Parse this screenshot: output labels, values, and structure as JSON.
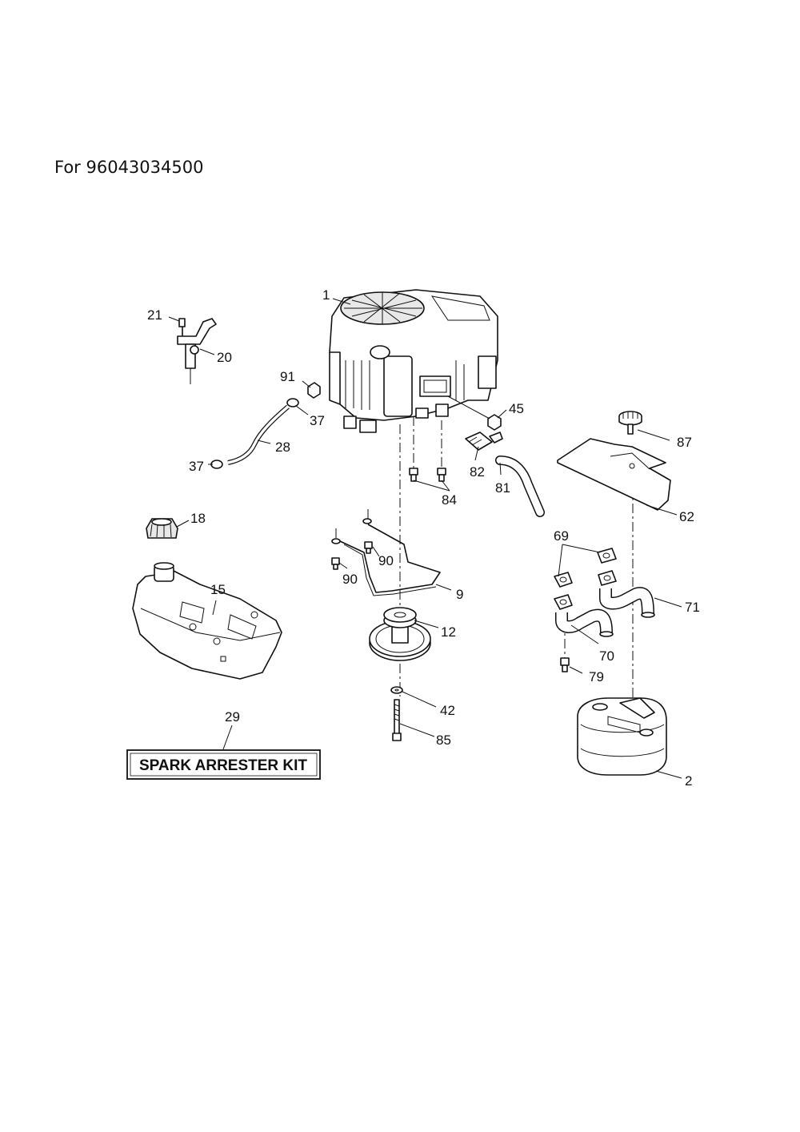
{
  "header": {
    "title": "For 96043034500"
  },
  "labels": {
    "p1": "1",
    "p2": "2",
    "p9": "9",
    "p12": "12",
    "p15": "15",
    "p18": "18",
    "p20": "20",
    "p21": "21",
    "p28": "28",
    "p29": "29",
    "p37a": "37",
    "p37b": "37",
    "p42": "42",
    "p45": "45",
    "p62": "62",
    "p69": "69",
    "p70": "70",
    "p71": "71",
    "p79": "79",
    "p81": "81",
    "p82": "82",
    "p84": "84",
    "p85": "85",
    "p87": "87",
    "p90a": "90",
    "p90b": "90",
    "p91": "91"
  },
  "kit": {
    "label": "SPARK ARRESTER KIT"
  }
}
